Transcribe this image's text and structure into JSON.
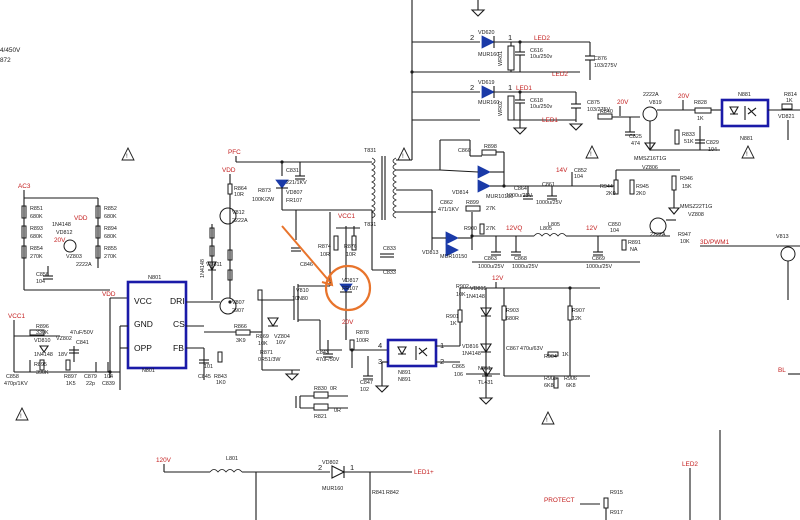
{
  "labels": {
    "led2": "LED2",
    "led1": "LED1",
    "led2_tag": "LED2",
    "led1_tag": "LED1",
    "vd620": "VD620",
    "mur160a": "MUR160",
    "vd619": "VD619",
    "mur160b": "MUR160",
    "c616": "C616",
    "c616v": "10u/250v",
    "c618": "C618",
    "c618v": "10u/250v",
    "c876": "C876",
    "c876v": "103/275V",
    "c875": "C875",
    "c875v": "103/275V",
    "wr1": "WR01",
    "wr2": "WR02",
    "r840": "R840",
    "v819": "V819",
    "q2222": "2222A",
    "v20": "20V",
    "r828": "R828",
    "r828v": "1K",
    "n881": "N881",
    "r814": "R814",
    "r814v": "1K",
    "vd821": "VD821",
    "n881b": "N881",
    "c825": "C825",
    "c825v": "474",
    "r833": "R833",
    "r833v": "51K",
    "c829": "C829",
    "c829v": "104",
    "mmsz16": "MMSZ16T1G",
    "vz806": "VZ806",
    "pfc": "PFC",
    "t831": "T831",
    "c831": "C831",
    "c831v": "221/1KV",
    "vd807": "VD807",
    "fr107a": "FR107",
    "r873": "R873",
    "r873v": "100K/2W",
    "vdd1": "VDD",
    "r864": "R864",
    "r864v": "10R",
    "vd812": "VD812",
    "v812": "V812",
    "q2222b": "2222A",
    "c860": "C860",
    "r898": "R898",
    "vd814": "VD814",
    "mur10150a": "MUR10150",
    "c862": "C862",
    "c862v": "471/1KV",
    "r899": "R899",
    "r899v": "27K",
    "r900": "R900",
    "r900v": "27K",
    "vd813": "VD813",
    "mur10150b": "MUR10150",
    "c864": "C864",
    "c864v": "1000u/25V",
    "c861": "C861",
    "c861v": "1000u/25V",
    "v14": "14V",
    "c852": "C852",
    "c852v": "104",
    "r944": "R944",
    "r944v": "2K0",
    "r945": "R945",
    "r945v": "2K0",
    "r946": "R946",
    "r946v": "15K",
    "mmsz22": "MMSZ22T1G",
    "vz808": "VZ808",
    "v12vq": "12VQ",
    "l805": "L805",
    "l805t": "L805",
    "v12": "12V",
    "c863": "C863",
    "c863v": "1000u/25V",
    "c868": "C868",
    "c868v": "1000u/25V",
    "c869": "C869",
    "c869v": "1000u/25V",
    "c850": "C850",
    "c850v": "104",
    "r891": "R891",
    "r891v": "NA",
    "q2222c": "2222A",
    "r947": "R947",
    "r947v": "10K",
    "v813": "V813",
    "ac3": "AC3",
    "r851": "R851",
    "r851v": "680K",
    "r852": "R852",
    "r852v": "680K",
    "r893": "R893",
    "r893v": "680K",
    "r894": "R894",
    "r894v": "680K",
    "r854": "R854",
    "r854v": "270K",
    "r855": "R855",
    "r855v": "270K",
    "n4148a": "1N4148",
    "vd812b": "VD812",
    "vdd2": "VDD",
    "c856": "C856",
    "c856v": "104",
    "vz803": "VZ803",
    "q2222d": "2222A",
    "v20b": "20V",
    "vdd3": "VDD",
    "n801": "N801",
    "pin_vcc": "VCC",
    "pin_dri": "DRI",
    "pin_gnd": "GND",
    "pin_cs": "CS",
    "pin_opp": "OPP",
    "pin_fb": "FB",
    "n4148b": "1N4148",
    "vd811": "VD811",
    "v807": "V807",
    "v807p": "2907",
    "c845": "C845",
    "c845v": "101",
    "r843": "R843",
    "r843v": "1K0",
    "r866": "R866",
    "r866v": "3K9",
    "r869": "R869",
    "r869v": "10K",
    "r871": "R871",
    "r871v": "0R51/3W",
    "vz804": "VZ804",
    "vz804v": "16V",
    "v810": "V810",
    "v810p": "10N80",
    "vcc1": "VCC1",
    "r896": "R896",
    "r896v": "330K",
    "vd810": "VD810",
    "vz802": "VZ802",
    "n4148c": "1N4148",
    "v18": "18V",
    "c841": "C841",
    "c841v": "47uF/50V",
    "c858": "C858",
    "c858v": "470p/1KV",
    "r895": "R895",
    "r895v": "390K",
    "r897": "R897",
    "r897v": "1K5",
    "c879": "C879",
    "c879v": "22p",
    "c840": "C840",
    "c840v": "104",
    "c839": "C839",
    "c846": "C846",
    "vd817": "VD817",
    "fr107b": "FR107",
    "r874": "R874",
    "r874v": "10R",
    "vcc1b": "VCC1",
    "r876": "R876",
    "r876v": "10R",
    "c833": "C833",
    "c833b": "C833",
    "c843": "C843",
    "c843v": "47uF/50V",
    "v20c": "20V",
    "r878": "R878",
    "r878v": "100R",
    "c847": "C847",
    "c847v": "102",
    "r830": "R830",
    "r830v": "0R",
    "r821": "R821",
    "r821v": "0R",
    "n891": "N891",
    "n891b": "N891",
    "r902": "R902",
    "r902v": "10K",
    "vd815": "VD815",
    "vd815v": "1N4148",
    "r901": "R901",
    "r901v": "1K",
    "r903": "R903",
    "r903v": "680R",
    "v12b": "12V",
    "r907": "R907",
    "r907v": "12K",
    "vd816": "VD816",
    "vd816v": "1N4148",
    "c867": "C867",
    "c867v": "470u/63V",
    "r904": "R904",
    "r904v": "1K",
    "c865": "C865",
    "c865v": "106",
    "n851": "N851",
    "tl431": "TL431",
    "r905": "R905",
    "r905v": "6K8",
    "r906": "R906",
    "r906v": "6K8",
    "v120": "120V",
    "l801": "L801",
    "vd802": "VD802",
    "mur160c": "MUR160",
    "led1b": "LED1+",
    "led2b": "LED2",
    "r841": "R841",
    "r842": "R842",
    "pwm": "3D/PWM1",
    "bl": "BL",
    "v213": "V813",
    "pin1": "1",
    "pin2": "2",
    "pin3": "3",
    "pin4": "4",
    "vdm_a": "4/450V",
    "vdm_b": "872",
    "prot": "PROTECT",
    "r915": "R915",
    "r917": "R917"
  },
  "colors": {
    "ic_border": "#1a1aa8",
    "diode_fill": "#1a3aa8",
    "highlight": "#e8742c",
    "net_label": "#c42020"
  }
}
